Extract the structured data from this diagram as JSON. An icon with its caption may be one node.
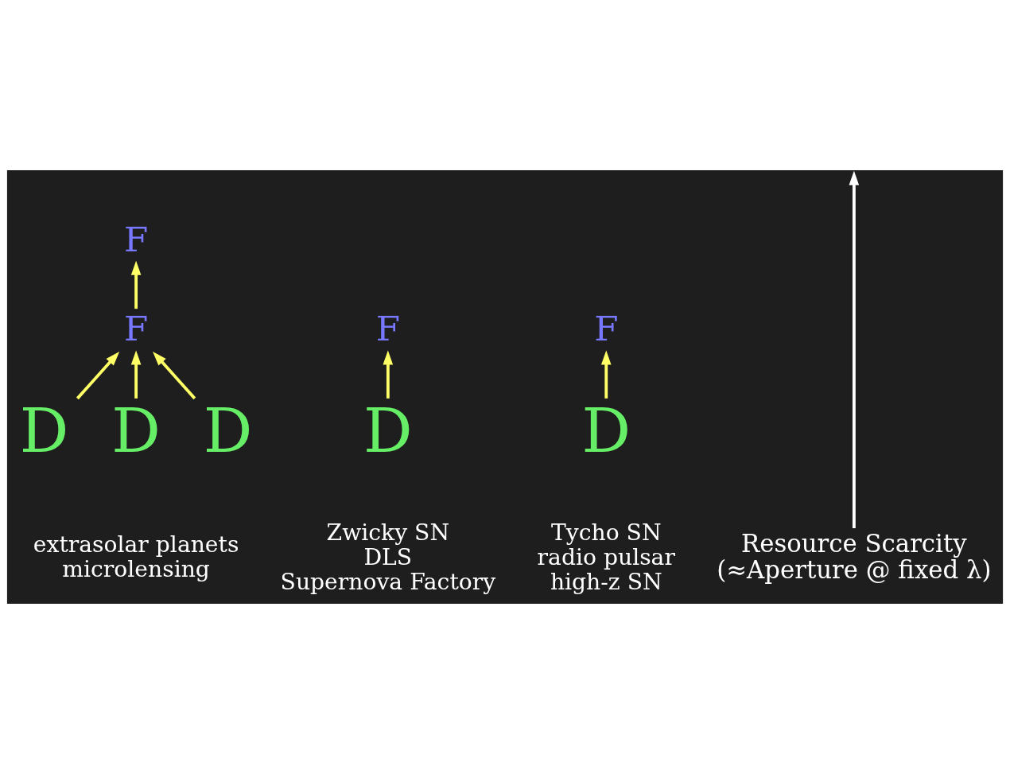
{
  "diagram": {
    "nodes": [
      {
        "text": [
          "F"
        ]
      },
      {
        "text": [
          "F"
        ]
      },
      {
        "text": [
          "F"
        ]
      },
      {
        "text": [
          "D"
        ]
      },
      {
        "text": [
          "F"
        ]
      },
      {
        "text": [
          "D"
        ]
      },
      {
        "text": [
          "D"
        ]
      },
      {
        "text": [
          "D"
        ]
      },
      {
        "text": [
          "D"
        ]
      }
    ],
    "edges": [
      {
        "from": 3,
        "to": 4,
        "arrow": "to"
      },
      {
        "from": 5,
        "to": 1,
        "arrow": "to"
      },
      {
        "from": 6,
        "to": 2,
        "arrow": "to"
      },
      {
        "from": 7,
        "to": 2,
        "arrow": "to"
      },
      {
        "from": 8,
        "to": 2,
        "arrow": "to"
      },
      {
        "from": 2,
        "to": 0,
        "arrow": "to"
      }
    ],
    "labels": [
      "Resource Scarcity",
      "(≈Aperture @ fixed λ)",
      "Tycho SN",
      "radio pulsar",
      "high-z SN",
      "Zwicky SN",
      "DLS",
      "Supernova Factory",
      "extrasolar planets",
      "microlensing"
    ]
  }
}
